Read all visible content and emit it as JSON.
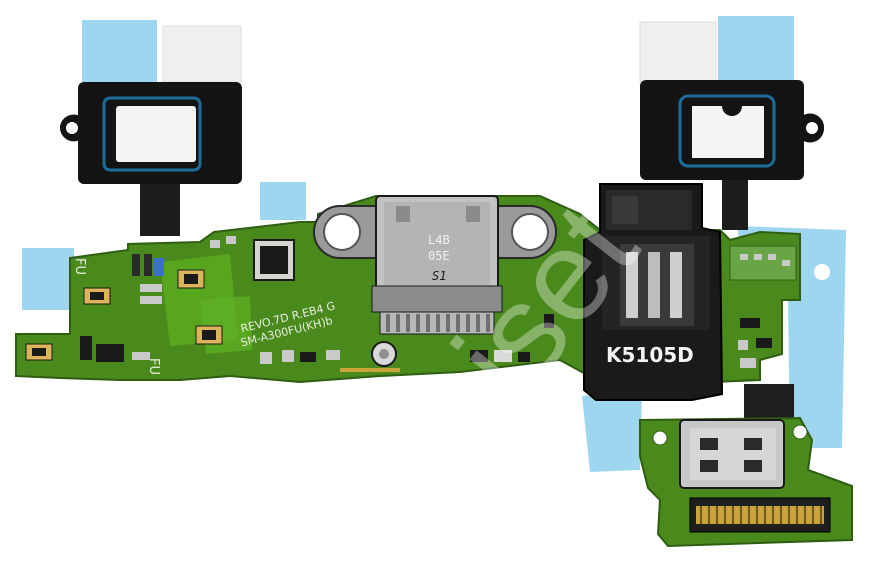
{
  "product_photo": {
    "board_silkscreen": "SM-A300FU(KH)b",
    "board_revision": "REVO.7D R.EB4 G",
    "fu_mark_left": "FU",
    "fu_mark_lower": "FU",
    "usb_chip_line1": "L4B",
    "usb_chip_line2": "05E",
    "usb_chip_line3": "S1",
    "jack_label": "K5105D",
    "watermark": "Toiset",
    "colors": {
      "pcb_green": "#4a8a1c",
      "pcb_edge": "#2f5e12",
      "tape_blue": "#9fd6ef",
      "tape_white": "#eef0ee",
      "bracket_black": "#141414",
      "connector_metal": "#b9b9b9",
      "jack_black": "#1a1a1a"
    }
  }
}
